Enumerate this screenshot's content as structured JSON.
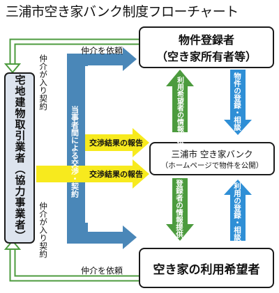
{
  "title": "三浦市空き家バンク制度フローチャート",
  "box_owner": {
    "line1": "物件登録者",
    "line2": "（空き家所有者等）"
  },
  "box_bank": {
    "line1": "三浦市 空き家バンク",
    "line2": "（ホームページで物件を公開）"
  },
  "box_user": {
    "line1": "空き家の利用希望者"
  },
  "dealer_label": "宅地建物取引業者（協力事業者）",
  "edge_labels": {
    "mediation_request_top": "仲介を依頼",
    "mediation_request_bottom": "仲介を依頼",
    "mediation_contract_top": "仲介が入り契約",
    "mediation_contract_bottom": "仲介が入り契約",
    "negotiation": "当事者間による交渉・契約",
    "report_1": "交渉結果の報告",
    "report_2": "交渉結果の報告",
    "info_to_owner": "利用希望者の情報提供",
    "owner_register": "物件の登録・相談",
    "info_to_user": "登録者の情報提供",
    "user_register": "利用の登録・相談"
  },
  "colors": {
    "blue_arrow": "#4a87b8",
    "green_arrow": "#4c9b3e",
    "yellow_arrow": "#f7ea1e",
    "light_blue_arrow": "#2f8fd6",
    "dealer_fill": "#dde4ee"
  }
}
